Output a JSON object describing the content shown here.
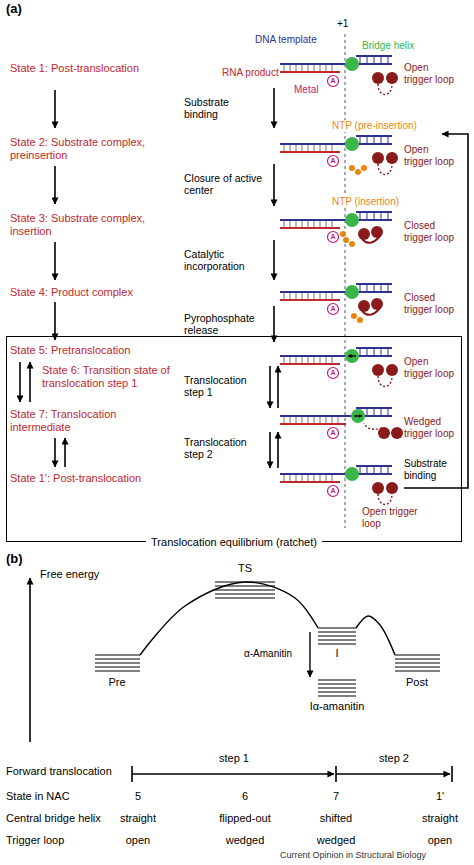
{
  "diagram": {
    "nodes": [
      {
        "text": [
          "Translocation equilibrium (ratchet)"
        ]
      }
    ],
    "labels": [
      "(a)",
      "DNA template",
      "+1",
      "Bridge helix",
      "RNA product",
      "Metal",
      "A",
      "Open trigger loop",
      "State 1: Post-translocation",
      "Substrate binding",
      "State 2: Substrate complex, preinsertion",
      "Closure of active center",
      "NTP (pre-insertion)",
      "A",
      "Open trigger loop",
      "State 3: Substrate complex, insertion",
      "Catalytic incorporation",
      "NTP (insertion)",
      "A",
      "Closed trigger loop",
      "State 4: Product complex",
      "Pyrophosphate release",
      "A",
      "Closed trigger loop",
      "State 5: Pretranslocation",
      "State 6: Transition state of translocation step 1",
      "Translocation step 1",
      "A",
      "Open trigger loop",
      "State 7: Translocation intermediate",
      "Translocation step 2",
      "A",
      "Wedged trigger loop",
      "State 1': Post-translocation",
      "A",
      "Substrate binding",
      "Open trigger loop",
      "(b)",
      "Free energy",
      "TS",
      "Pre",
      "I",
      "α-Amanitin",
      "Iα-amanitin",
      "Post",
      "Forward translocation",
      "step 1",
      "step 2",
      "State in NAC",
      "5",
      "6",
      "7",
      "1'",
      "Central bridge helix",
      "straight",
      "flipped-out",
      "shifted",
      "straight",
      "Trigger loop",
      "open",
      "wedged",
      "wedged",
      "open",
      "Current Opinion in Structural Biology"
    ]
  }
}
